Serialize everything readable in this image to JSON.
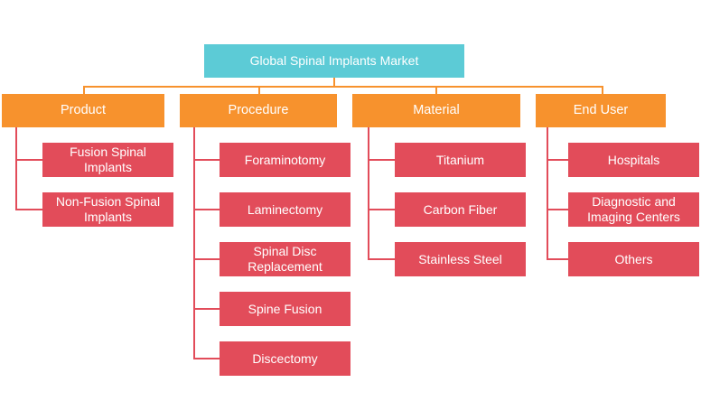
{
  "title": "Global Spinal Implants Market",
  "colors": {
    "root": "#5ccbd6",
    "category": "#f7922d",
    "leaf": "#e24c5a",
    "connector": "#f7922d"
  },
  "categories": [
    {
      "label": "Product",
      "items": [
        "Fusion Spinal\nImplants",
        "Non-Fusion Spinal\nImplants"
      ]
    },
    {
      "label": "Procedure",
      "items": [
        "Foraminotomy",
        "Laminectomy",
        "Spinal Disc\nReplacement",
        "Spine Fusion",
        "Discectomy"
      ]
    },
    {
      "label": "Material",
      "items": [
        "Titanium",
        "Carbon Fiber",
        "Stainless Steel"
      ]
    },
    {
      "label": "End User",
      "items": [
        "Hospitals",
        "Diagnostic and\nImaging Centers",
        "Others"
      ]
    }
  ]
}
